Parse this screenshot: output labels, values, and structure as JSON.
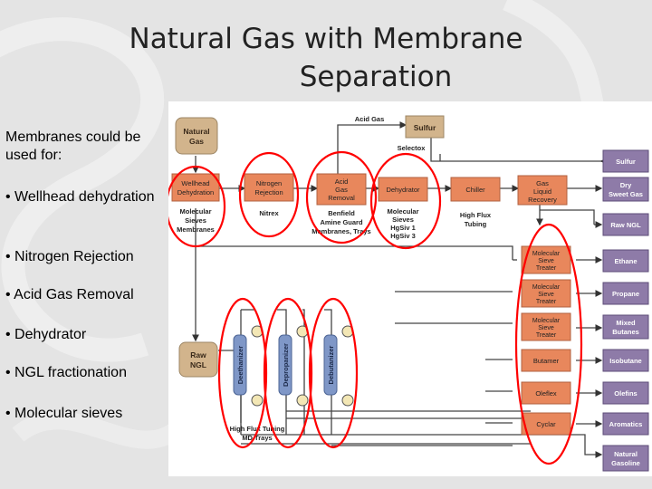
{
  "slide": {
    "title_line1": "Natural Gas with Membrane",
    "title_line2": "Separation",
    "intro": "Membranes could be used for:",
    "bullets": [
      "• Wellhead dehydration",
      "• Nitrogen Rejection",
      "• Acid Gas Removal",
      "• Dehydrator",
      "• NGL fractionation",
      "• Molecular sieves"
    ]
  },
  "diagram": {
    "boxes": {
      "natural_gas": [
        "Natural",
        "Gas"
      ],
      "wellhead": [
        "Wellhead",
        "Dehydration"
      ],
      "nitrogen": [
        "Nitrogen",
        "Rejection"
      ],
      "acid_gas": [
        "Acid",
        "Gas",
        "Removal"
      ],
      "dehydrator": [
        "Dehydrator"
      ],
      "chiller": [
        "Chiller"
      ],
      "gas_liquid": [
        "Gas",
        "Liquid",
        "Recovery"
      ],
      "sulfur_top": [
        "Sulfur"
      ],
      "raw_ngl_left": [
        "Raw",
        "NGL"
      ],
      "mol_sieve_1": [
        "Molecular",
        "Sieve",
        "Treater"
      ],
      "mol_sieve_2": [
        "Molecular",
        "Sieve",
        "Treater"
      ],
      "mol_sieve_3": [
        "Molecular",
        "Sieve",
        "Treater"
      ],
      "butamer": [
        "Butamer"
      ],
      "oleflex": [
        "Oleflex"
      ],
      "cyclar": [
        "Cyclar"
      ]
    },
    "columns": [
      "Deethanizer",
      "Depropanizer",
      "Debutanizer"
    ],
    "products": [
      [
        "Sulfur"
      ],
      [
        "Dry",
        "Sweet Gas"
      ],
      [
        "Raw NGL"
      ],
      [
        "Ethane"
      ],
      [
        "Propane"
      ],
      [
        "Mixed",
        "Butanes"
      ],
      [
        "Isobutane"
      ],
      [
        "Olefins"
      ],
      [
        "Aromatics"
      ],
      [
        "Natural",
        "Gasoline"
      ]
    ],
    "labels": {
      "acid_gas": "Acid Gas",
      "selectox": "Selectox",
      "mol_sieves_membranes": [
        "Molecular",
        "Sieves",
        "Membranes"
      ],
      "nitrex": "Nitrex",
      "benfield": [
        "Benfield",
        "Amine Guard",
        "Membranes, Trays"
      ],
      "mol_sieves_hgsiv": [
        "Molecular",
        "Sieves",
        "HgSiv 1",
        "HgSiv 3"
      ],
      "high_flux_tubing": [
        "High Flux",
        "Tubing"
      ],
      "high_flux_md": [
        "High Flux Tubing",
        "MD Trays"
      ]
    },
    "colors": {
      "tan_box": "#d2b48c",
      "orange_box": "#e8875c",
      "purple_box": "#8e7ba8",
      "blue_column": "#7f97c7",
      "circle": "#ff0000"
    }
  }
}
